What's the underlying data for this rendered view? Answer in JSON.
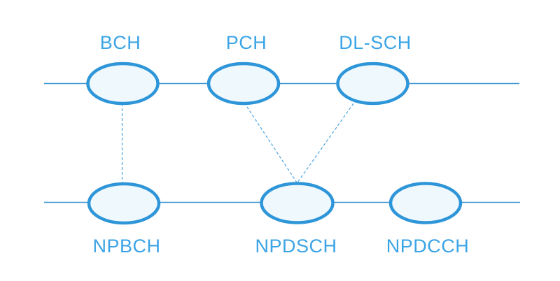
{
  "diagram": {
    "type": "channel-mapping",
    "colors": {
      "node_stroke": "#2e96d8",
      "node_fill": "#eff8fd",
      "label_text": "#3ba4e6",
      "rail_line": "#3c96d2",
      "dashed_connector": "#4aa2de",
      "background": "#ffffff"
    },
    "top_row": {
      "nodes": [
        {
          "label": "BCH"
        },
        {
          "label": "PCH"
        },
        {
          "label": "DL-SCH"
        }
      ]
    },
    "bottom_row": {
      "nodes": [
        {
          "label": "NPBCH"
        },
        {
          "label": "NPDSCH"
        },
        {
          "label": "NPDCCH"
        }
      ]
    },
    "connections": [
      {
        "from": "BCH",
        "to": "NPBCH",
        "style": "dashed"
      },
      {
        "from": "PCH",
        "to": "NPDSCH",
        "style": "dashed"
      },
      {
        "from": "DL-SCH",
        "to": "NPDSCH",
        "style": "dashed"
      }
    ]
  }
}
